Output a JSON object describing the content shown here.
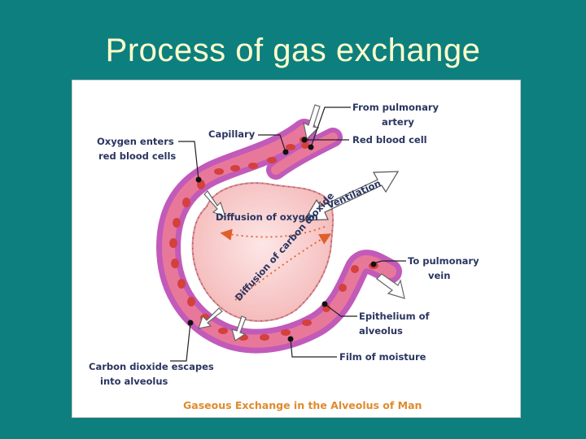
{
  "slide": {
    "title": "Process of gas exchange"
  },
  "figure": {
    "caption": "Gaseous Exchange in the Alveolus of Man",
    "labels": {
      "from_pulmonary_artery_1": "From pulmonary",
      "from_pulmonary_artery_2": "artery",
      "capillary": "Capillary",
      "red_blood_cell": "Red blood cell",
      "oxygen_enters_1": "Oxygen enters",
      "oxygen_enters_2": "red blood cells",
      "ventilation": "Ventilation",
      "diffusion_oxygen": "Diffusion of oxygen",
      "diffusion_co2": "Diffusion of carbon dioxide",
      "to_pulmonary_vein_1": "To pulmonary",
      "to_pulmonary_vein_2": "vein",
      "epithelium_1": "Epithelium of",
      "epithelium_2": "alveolus",
      "film_of_moisture": "Film of moisture",
      "co2_escapes_1": "Carbon dioxide escapes",
      "co2_escapes_2": "into alveolus"
    },
    "colors": {
      "capillary_purple": "#c25ab9",
      "capillary_pink": "#e8789a",
      "red_cell": "#d4403c",
      "alveolus_fill": "#f7c9c9",
      "label_text": "#2a3560",
      "caption_text": "#e08a2e",
      "diffusion_arrow": "#e0602a"
    }
  }
}
